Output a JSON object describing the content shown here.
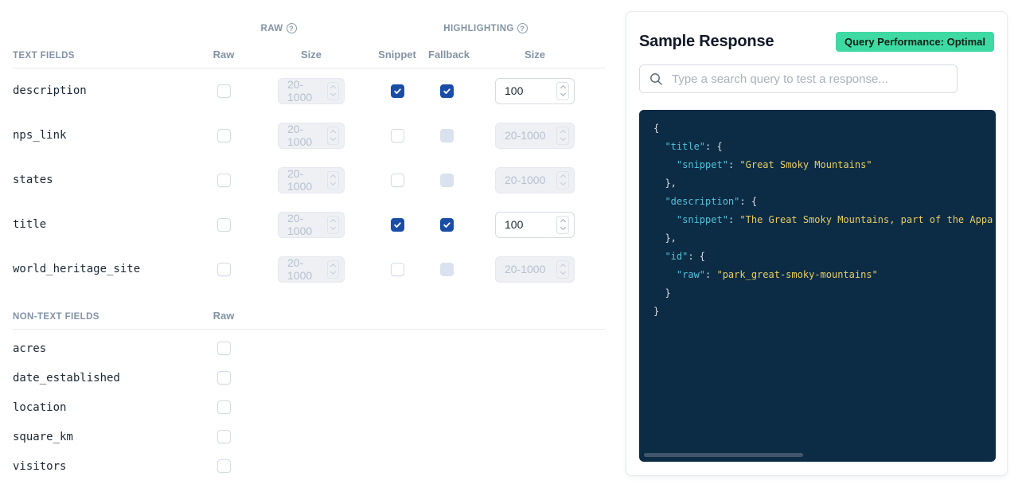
{
  "left_panel": {
    "group_headers": {
      "raw": "RAW",
      "highlighting": "HIGHLIGHTING"
    },
    "text_fields": {
      "header": "TEXT FIELDS",
      "columns": {
        "raw": "Raw",
        "raw_size": "Size",
        "snippet": "Snippet",
        "fallback": "Fallback",
        "hl_size": "Size"
      },
      "rows": [
        {
          "name": "description",
          "raw": "unchecked",
          "raw_size": {
            "enabled": false,
            "value": "",
            "placeholder": "20-1000"
          },
          "snippet": "checked",
          "fallback": "checked",
          "hl_size": {
            "enabled": true,
            "value": "100",
            "placeholder": "20-1000"
          }
        },
        {
          "name": "nps_link",
          "raw": "unchecked",
          "raw_size": {
            "enabled": false,
            "value": "",
            "placeholder": "20-1000"
          },
          "snippet": "unchecked",
          "fallback": "disabled",
          "hl_size": {
            "enabled": false,
            "value": "",
            "placeholder": "20-1000"
          }
        },
        {
          "name": "states",
          "raw": "unchecked",
          "raw_size": {
            "enabled": false,
            "value": "",
            "placeholder": "20-1000"
          },
          "snippet": "unchecked",
          "fallback": "disabled",
          "hl_size": {
            "enabled": false,
            "value": "",
            "placeholder": "20-1000"
          }
        },
        {
          "name": "title",
          "raw": "unchecked",
          "raw_size": {
            "enabled": false,
            "value": "",
            "placeholder": "20-1000"
          },
          "snippet": "checked",
          "fallback": "checked",
          "hl_size": {
            "enabled": true,
            "value": "100",
            "placeholder": "20-1000"
          }
        },
        {
          "name": "world_heritage_site",
          "raw": "unchecked",
          "raw_size": {
            "enabled": false,
            "value": "",
            "placeholder": "20-1000"
          },
          "snippet": "unchecked",
          "fallback": "disabled",
          "hl_size": {
            "enabled": false,
            "value": "",
            "placeholder": "20-1000"
          }
        }
      ]
    },
    "non_text_fields": {
      "header": "NON-TEXT FIELDS",
      "columns": {
        "raw": "Raw"
      },
      "rows": [
        {
          "name": "acres",
          "raw": "unchecked"
        },
        {
          "name": "date_established",
          "raw": "unchecked"
        },
        {
          "name": "location",
          "raw": "unchecked"
        },
        {
          "name": "square_km",
          "raw": "unchecked"
        },
        {
          "name": "visitors",
          "raw": "unchecked"
        }
      ]
    }
  },
  "sample_panel": {
    "title": "Sample Response",
    "badge": "Query Performance: Optimal",
    "search_placeholder": "Type a search query to test a response...",
    "code_lines": [
      [
        [
          "p",
          "{"
        ]
      ],
      [
        [
          "p",
          "  "
        ],
        [
          "k",
          "\"title\""
        ],
        [
          "p",
          ": {"
        ]
      ],
      [
        [
          "p",
          "    "
        ],
        [
          "k",
          "\"snippet\""
        ],
        [
          "p",
          ": "
        ],
        [
          "s",
          "\"Great Smoky Mountains\""
        ]
      ],
      [
        [
          "p",
          "  },"
        ]
      ],
      [
        [
          "p",
          "  "
        ],
        [
          "k",
          "\"description\""
        ],
        [
          "p",
          ": {"
        ]
      ],
      [
        [
          "p",
          "    "
        ],
        [
          "k",
          "\"snippet\""
        ],
        [
          "p",
          ": "
        ],
        [
          "s",
          "\"The Great Smoky Mountains, part of the Appa"
        ]
      ],
      [
        [
          "p",
          "  },"
        ]
      ],
      [
        [
          "p",
          "  "
        ],
        [
          "k",
          "\"id\""
        ],
        [
          "p",
          ": {"
        ]
      ],
      [
        [
          "p",
          "    "
        ],
        [
          "k",
          "\"raw\""
        ],
        [
          "p",
          ": "
        ],
        [
          "s",
          "\"park_great-smoky-mountains\""
        ]
      ],
      [
        [
          "p",
          "  }"
        ]
      ],
      [
        [
          "p",
          "}"
        ]
      ]
    ]
  },
  "colors": {
    "checkbox_checked": "#1a4da6",
    "checkbox_disabled": "#d9e2ee",
    "badge_green": "#3fd9a4",
    "code_background": "#0c2b44",
    "code_key": "#4fc4dc",
    "code_string": "#e7ce63",
    "header_gray": "#8293a6"
  }
}
